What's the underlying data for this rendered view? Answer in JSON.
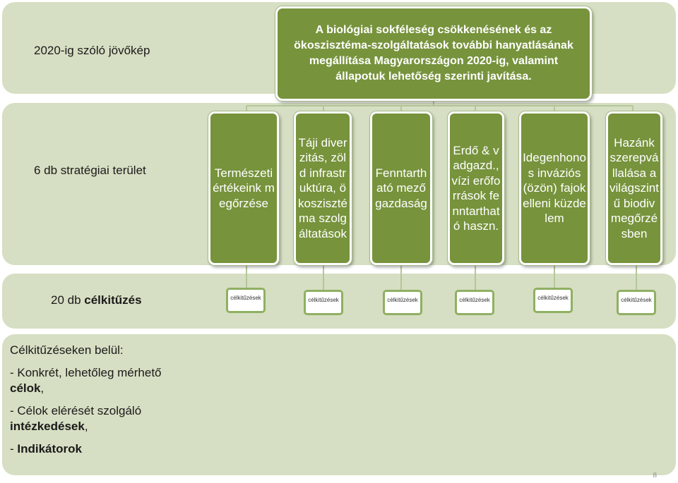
{
  "rows": {
    "vision_label": "2020-ig szóló jövőkép",
    "areas_label": "6 db stratégiai terület",
    "targets_label_plain": "20 db ",
    "targets_label_bold": "célkitűzés"
  },
  "vision_text": "A biológiai sokféleség csökkenésének és az ökoszisztéma-szolgáltatások további hanyatlásának megállítása Magyarországon 2020-ig, valamint állapotuk lehetőség szerinti javítása.",
  "areas": [
    "Természeti értékeink megőrzése",
    "Táji diverzitás, zöld infrastruktúra, ökoszisztéma szolgáltatások",
    "Fenntartható mezőgazdaság",
    "Erdő & vadgazd., vízi erőforrások fenntartható haszn.",
    "Idegenhonos inváziós (özön) fajok elleni küzdelem",
    "Hazánk szerepvállalása a világszintű biodiv megőrzésben"
  ],
  "target_label": "célkitűzések",
  "bottom": {
    "intro": "Célkitűzéseken belül:",
    "item1_plain": "- Konkrét, lehetőleg mérhető",
    "item1_bold": "célok",
    "item1_tail": ",",
    "item2_plain": "- Célok elérését szolgáló",
    "item2_bold": "intézkedések",
    "item2_tail": ",",
    "item3_plain": "- ",
    "item3_bold": "Indikátorok"
  },
  "page_number": "8"
}
